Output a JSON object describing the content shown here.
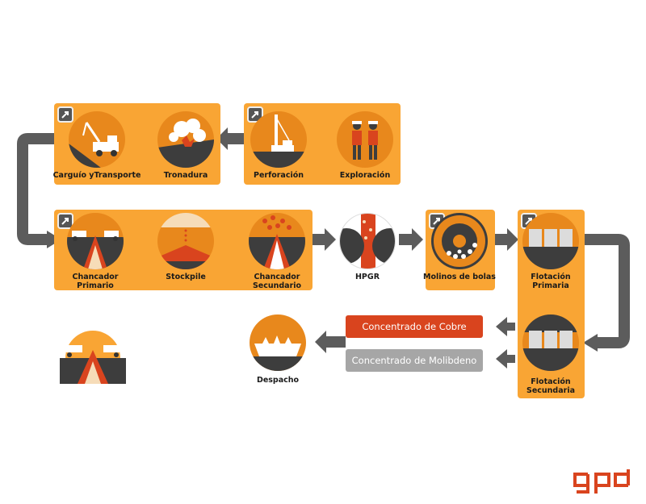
{
  "colors": {
    "orange": "#f9a534",
    "dark_orange": "#e8881c",
    "gray": "#5c5c5c",
    "red": "#d9441e",
    "light_gray": "#a6a6a6",
    "brand": "#d9441e"
  },
  "stages": {
    "carguio": "Carguío yTransporte",
    "tronadura": "Tronadura",
    "perforacion": "Perforación",
    "exploracion": "Exploración",
    "chancador_primario": [
      "Chancador",
      "Primario"
    ],
    "stockpile": "Stockpile",
    "chancador_secundario": [
      "Chancador",
      "Secundario"
    ],
    "hpgr": "HPGR",
    "molinos": "Molinos de bolas",
    "flotacion_primaria": [
      "Flotación",
      "Primaria"
    ],
    "flotacion_secundaria": [
      "Flotación",
      "Secundaria"
    ],
    "despacho": "Despacho"
  },
  "products": {
    "cobre": "Concentrado de Cobre",
    "molibdeno": "Concentrado de Molibdeno"
  },
  "brand": {
    "logo": "gpd",
    "logo_icon": "gpd-logo-icon"
  },
  "icons": [
    "external-link-icon",
    "shovel-truck-icon",
    "explosion-icon",
    "drill-rig-icon",
    "workers-icon",
    "crusher-icon",
    "stockpile-icon",
    "cone-crusher-icon",
    "hpgr-rollers-icon",
    "ball-mill-icon",
    "flotation-cells-icon",
    "ship-icon"
  ]
}
